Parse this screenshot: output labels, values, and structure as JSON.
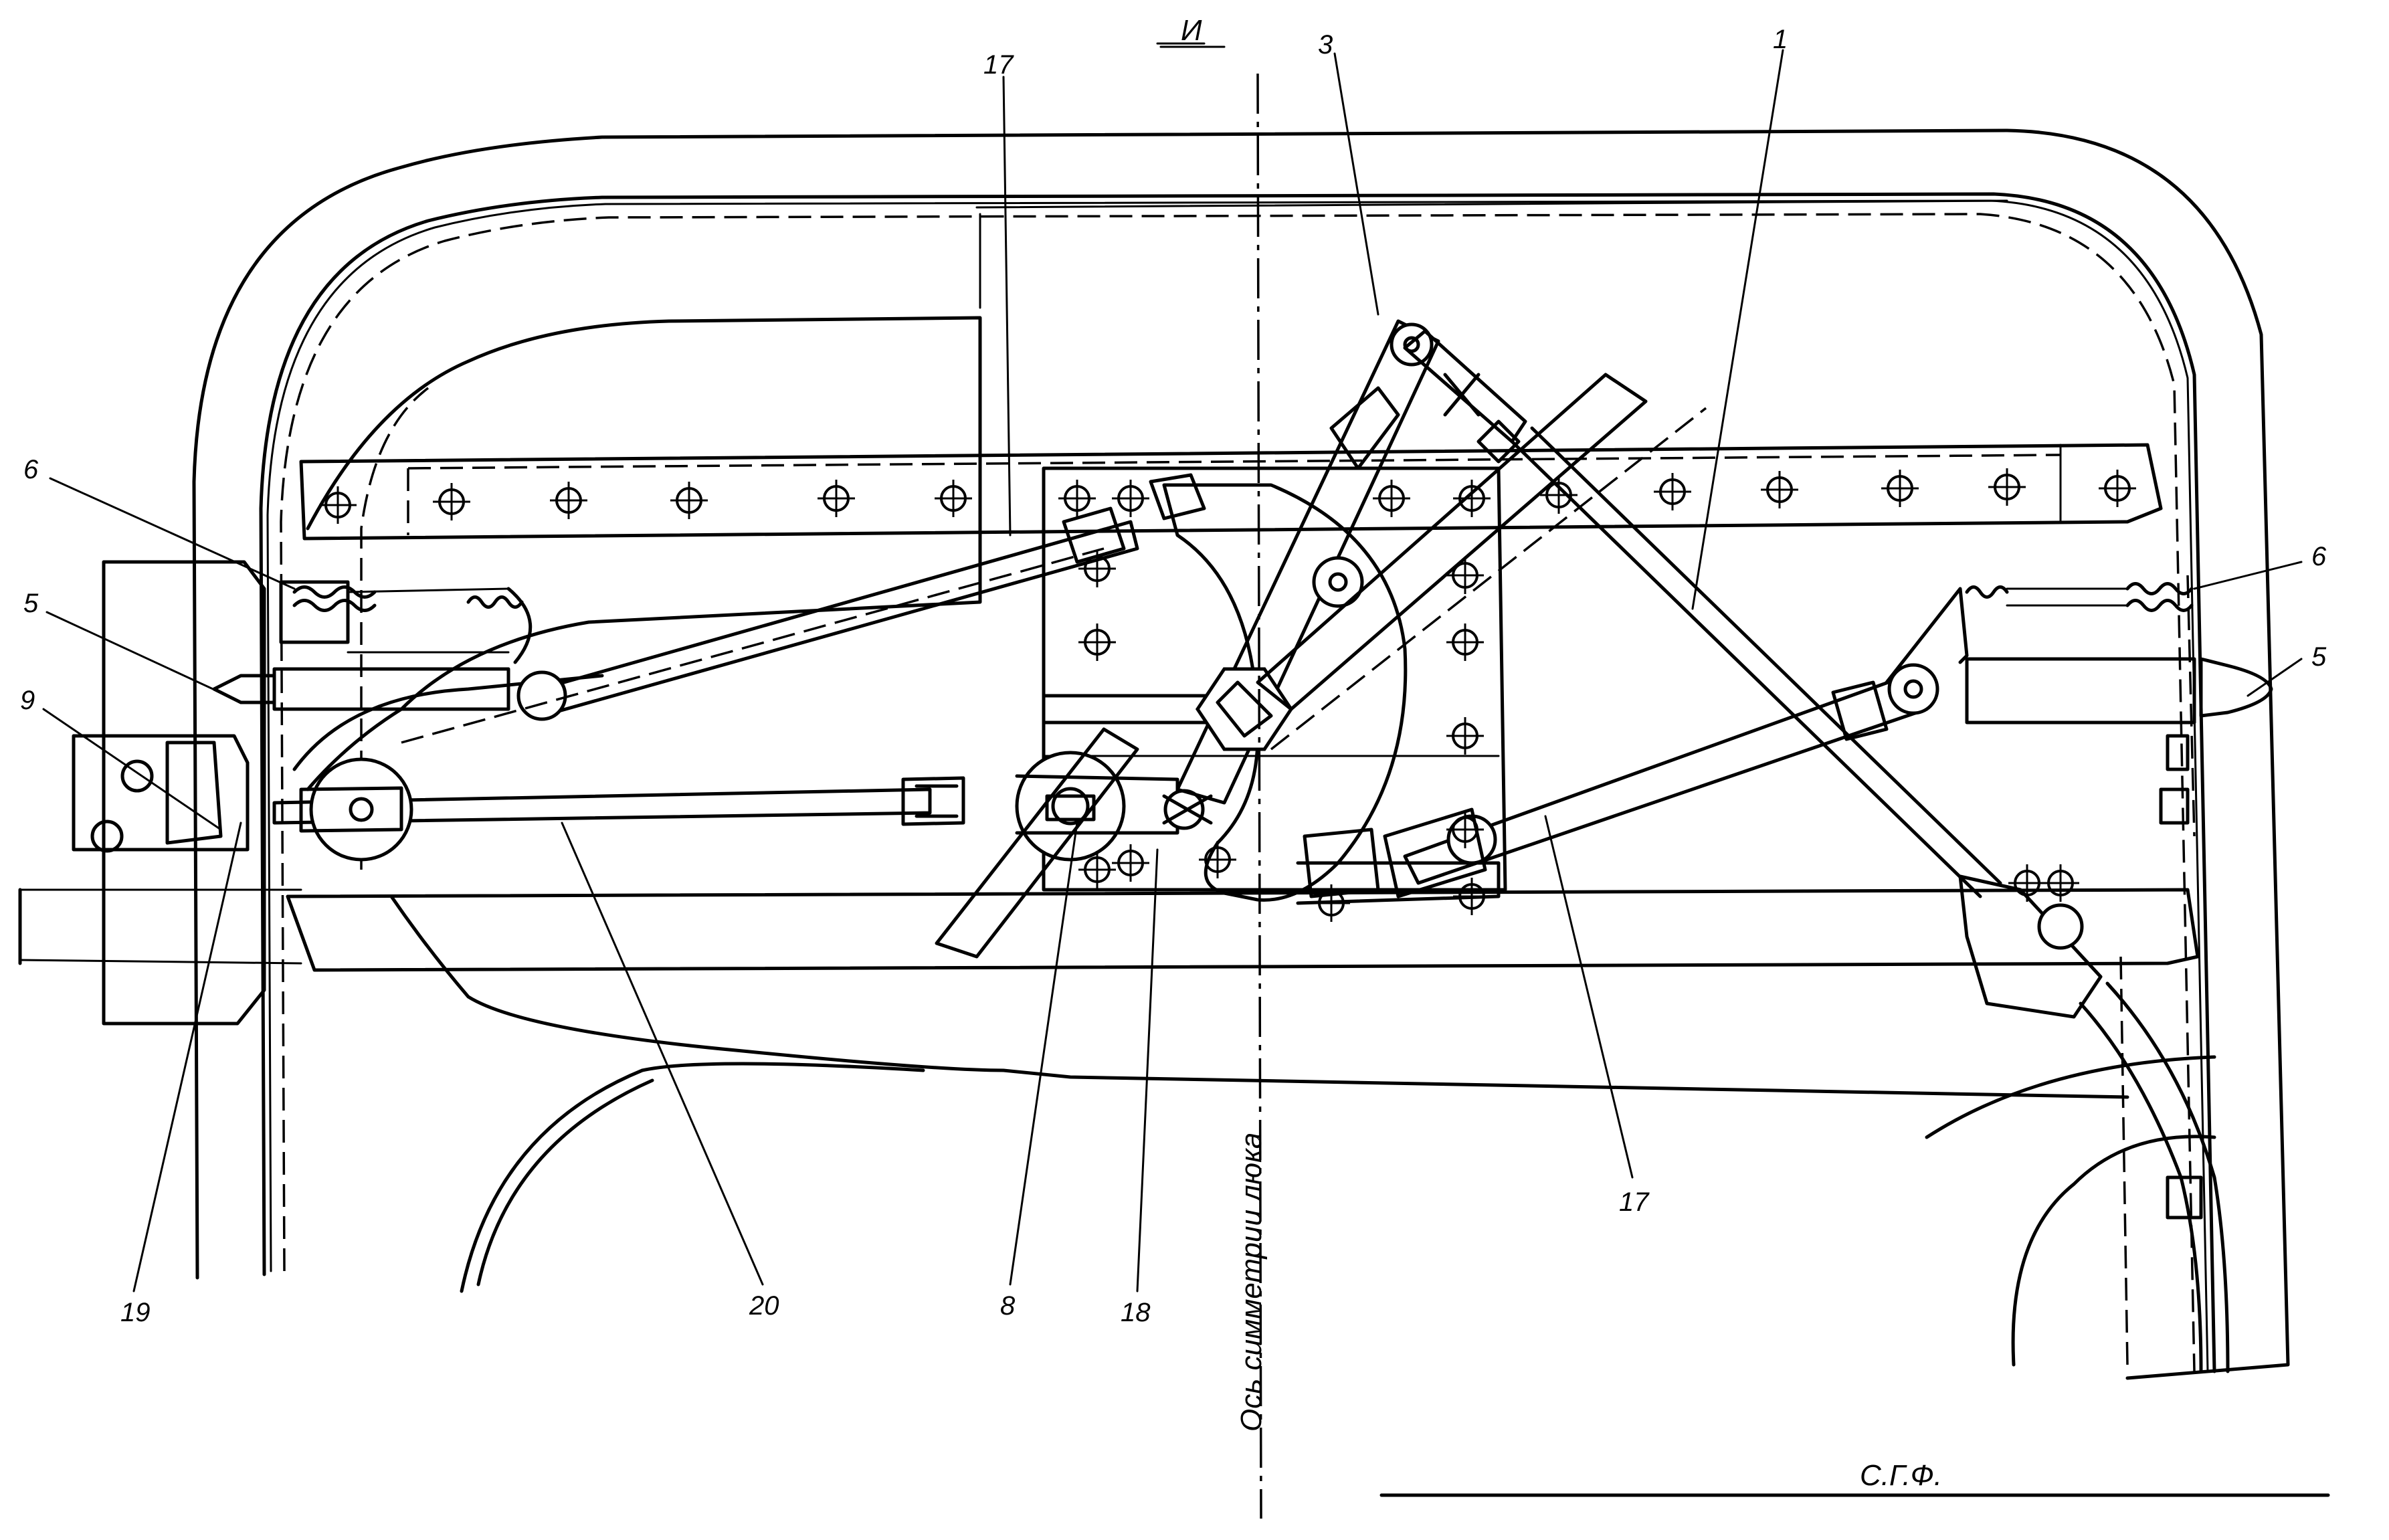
{
  "view_label": "И",
  "axis_label": "Ось симметрии люка",
  "bottom_label": "С.Г.Ф.",
  "callouts": {
    "c1": "1",
    "c3": "3",
    "c17_top": "17",
    "c17_right": "17",
    "c6_left": "6",
    "c6_right": "6",
    "c5_left": "5",
    "c5_right": "5",
    "c9": "9",
    "c19": "19",
    "c20": "20",
    "c8": "8",
    "c18": "18"
  }
}
